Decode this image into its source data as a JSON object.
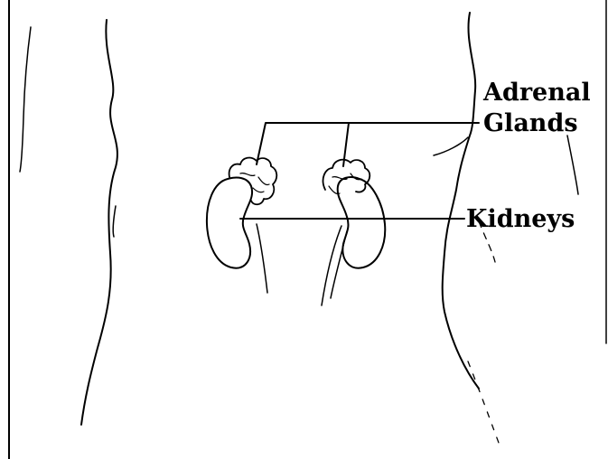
{
  "labels": {
    "adrenal_line1": "Adrenal",
    "adrenal_line2": "Glands",
    "kidneys": "Kidneys"
  },
  "colors": {
    "ink": "#000000",
    "background": "#ffffff"
  }
}
